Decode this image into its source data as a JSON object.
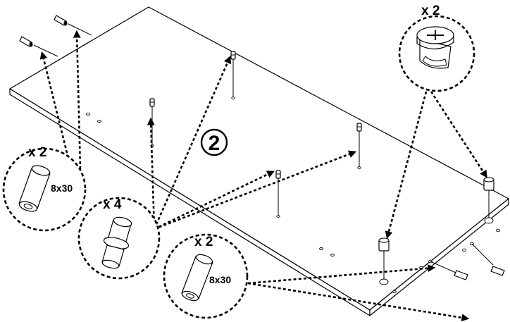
{
  "step": {
    "number": "2"
  },
  "callouts": {
    "dowels_left": {
      "quantity": "x 2",
      "size": "8x30",
      "part_icon": "wooden-dowel-icon"
    },
    "pins_center": {
      "quantity": "x 4",
      "part_icon": "shelf-pin-icon"
    },
    "dowels_bottom": {
      "quantity": "x 2",
      "size": "8x30",
      "part_icon": "wooden-dowel-icon"
    },
    "cam_locks": {
      "quantity": "x 2",
      "part_icon": "cam-lock-icon"
    }
  }
}
